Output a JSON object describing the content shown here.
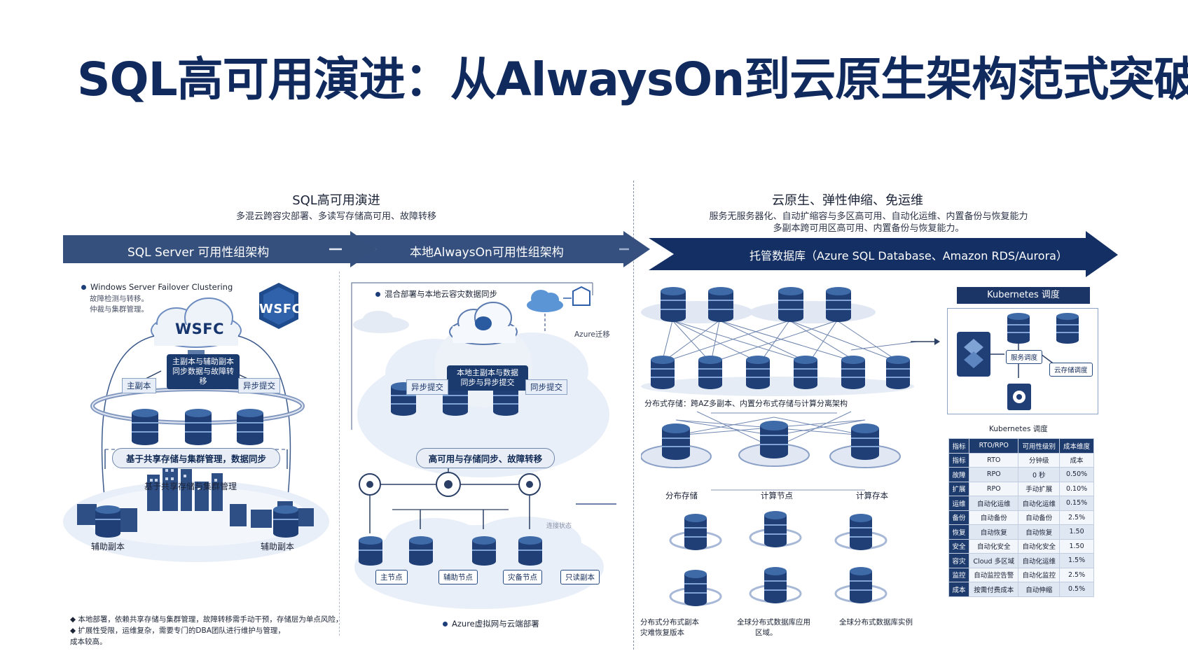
{
  "page": {
    "title": "SQL高可用演进：从AlwaysOn到云原生架构范式突破"
  },
  "left_section": {
    "title": "SQL高可用演进",
    "subtitle": "多混云跨容灾部署、多读写存储高可用、故障转移"
  },
  "right_section": {
    "title": "云原生、弹性伸缩、免运维",
    "subtitle_1": "服务无服务器化、自动扩缩容与多区高可用、自动化运维、内置备份与恢复能力",
    "subtitle_2": "多副本跨可用区高可用、内置备份与恢复能力。"
  },
  "bands": {
    "stage_1": "SQL Server 可用性组架构",
    "stage_2": "本地AlwaysOn可用性组架构",
    "stage_3": "托管数据库（Azure SQL Database、Amazon RDS/Aurora）"
  },
  "panel_1": {
    "bullet": "Windows Server Failover Clustering",
    "bullet_sub_1": "故障检测与转移。",
    "bullet_sub_2": "仲裁与集群管理。",
    "wsfc_logo": "WSFC",
    "wsfc_cloud": "WSFC",
    "center_box": "主副本与辅助副本\n同步数据与故障转移",
    "tag_left": "主副本",
    "tag_right": "异步提交",
    "band_text": "基于共享存储与集群管理，数据同步",
    "shared_label": "基于共享存储与集群管理",
    "replica_left": "辅助副本",
    "replica_right": "辅助副本",
    "footer_1": "◆ 本地部署，依赖共享存储与集群管理，故障转移需手动干预，存储层为单点风险，",
    "footer_2": "◆ 扩展性受限，运维复杂，需要专门的DBA团队进行维护与管理，",
    "footer_3": "成本较高。"
  },
  "panel_2": {
    "bullet": "混合部署与本地云容灾数据同步",
    "azure_label": "Azure迁移",
    "center_box": "本地主副本与数据\n同步与异步提交",
    "tag_left": "异步提交",
    "tag_right": "同步提交",
    "band_text": "高可用与存储同步、故障转移",
    "status_label": "连接状态",
    "node_1": "主节点",
    "node_2": "辅助节点",
    "node_3": "灾备节点",
    "node_4": "只读副本",
    "footer": "Azure虚拟网与云端部署"
  },
  "panel_3": {
    "caption": "分布式存储：跨AZ多副本、内置分布式存储与计算分离架构",
    "label_1": "分布存储",
    "label_2": "计算节点",
    "label_3": "计算存本",
    "foot_1a": "分布式分布式副本",
    "foot_1b": "灾难恢复版本",
    "foot_2a": "全球分布式数据库应用",
    "foot_2b": "区域。",
    "foot_3": "全球分布式数据库实例"
  },
  "kubernetes": {
    "header": "Kubernetes 调度",
    "box_1": "服务调度",
    "box_2": "云存储调度",
    "caption": "Kubernetes 调度"
  },
  "comparison_table": {
    "headers": [
      "指标",
      "RTO/RPO",
      "可用性级别",
      "成本维度"
    ],
    "rows": [
      [
        "指标",
        "RTO",
        "分钟级",
        "成本"
      ],
      [
        "故障",
        "RPO",
        "0 秒",
        "0.50%"
      ],
      [
        "扩展",
        "RPO",
        "手动扩展",
        "0.10%"
      ],
      [
        "运维",
        "自动化运维",
        "自动化运维",
        "0.15%"
      ],
      [
        "备份",
        "自动备份",
        "自动备份",
        "2.5%"
      ],
      [
        "恢复",
        "自动恢复",
        "自动恢复",
        "1.50"
      ],
      [
        "安全",
        "自动化安全",
        "自动化安全",
        "1.50"
      ],
      [
        "容灾",
        "Cloud 多区域",
        "自动化运维",
        "1.5%"
      ],
      [
        "监控",
        "自动监控告警",
        "自动化监控",
        "2.5%"
      ],
      [
        "成本",
        "按需付费成本",
        "自动伸缩",
        "0.5%"
      ]
    ]
  },
  "colors": {
    "title": "#102a5e",
    "band_dark": "#1b3a6e",
    "band_mid": "#36507e",
    "accent": "#1d3b6d"
  }
}
